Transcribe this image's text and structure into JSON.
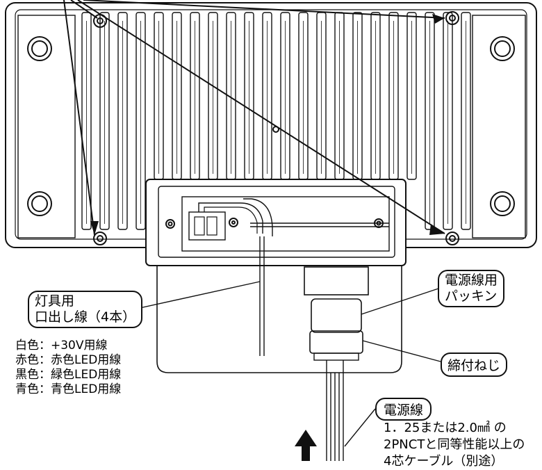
{
  "labels": {
    "lead_wire_title": "灯具用",
    "lead_wire_sub": "口出し線（4本）",
    "packing_line1": "電源線用",
    "packing_line2": "パッキン",
    "clamp_screw": "締付ねじ",
    "power_cable": "電源線"
  },
  "legend": [
    "白色：+30V用線",
    "赤色：赤色LED用線",
    "黒色：緑色LED用線",
    "青色：青色LED用線"
  ],
  "cable_spec": [
    "1．25または2.0㎟ の",
    "2PNCTと同等性能以上の",
    "4芯ケーブル（別途）"
  ],
  "colors": {
    "line": "#111111",
    "background": "#ffffff"
  }
}
